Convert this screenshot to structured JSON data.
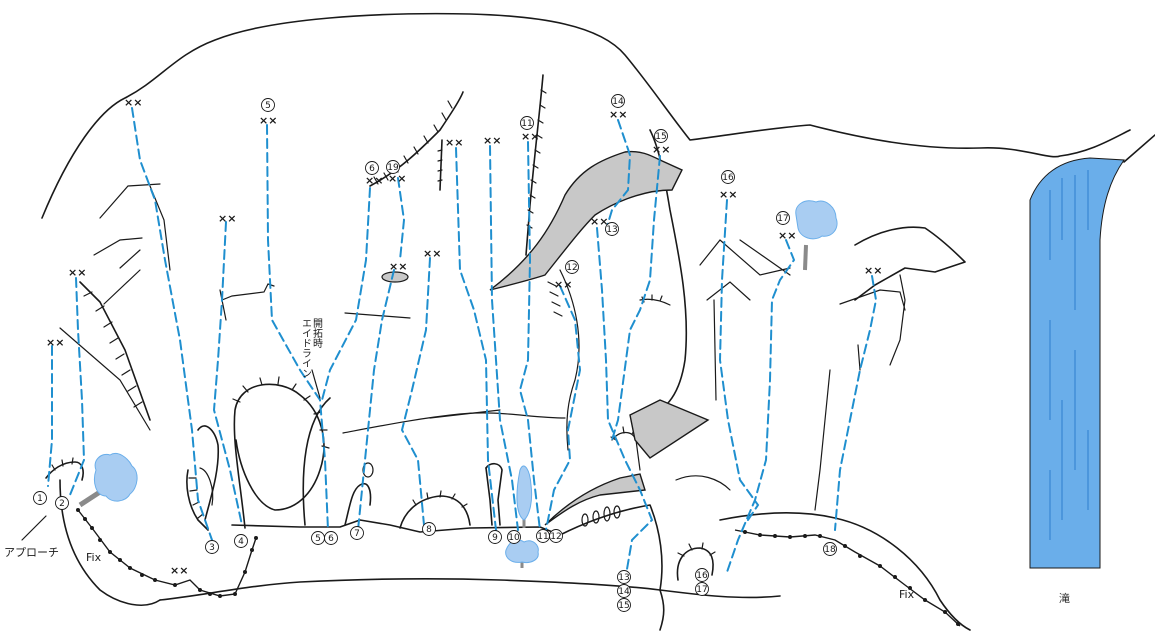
{
  "labels": {
    "approach": "アプローチ",
    "fix_left": "Fix",
    "fix_right": "Fix",
    "waterfall": "滝",
    "aid_line_line1": "開拓時",
    "aid_line_line2": "エイドライン",
    "anchor_mark": "××"
  },
  "routes": [
    {
      "id": "r1",
      "num": "1"
    },
    {
      "id": "r2",
      "num": "2"
    },
    {
      "id": "r3",
      "num": "3"
    },
    {
      "id": "r4",
      "num": "4"
    },
    {
      "id": "r5",
      "num": "5"
    },
    {
      "id": "r6",
      "num": "6"
    },
    {
      "id": "r7",
      "num": "7"
    },
    {
      "id": "r8",
      "num": "8"
    },
    {
      "id": "r9",
      "num": "9"
    },
    {
      "id": "r10",
      "num": "10"
    },
    {
      "id": "r11",
      "num": "11"
    },
    {
      "id": "r12",
      "num": "12"
    },
    {
      "id": "r13",
      "num": "13"
    },
    {
      "id": "r14",
      "num": "14"
    },
    {
      "id": "r15",
      "num": "15"
    },
    {
      "id": "r16",
      "num": "16"
    },
    {
      "id": "r17",
      "num": "17"
    },
    {
      "id": "r18",
      "num": "18"
    },
    {
      "id": "r19",
      "num": "19"
    }
  ],
  "colors": {
    "route": "#1f8fcf",
    "waterfall": "#6aaeea",
    "tree": "#a9cdf2",
    "slab": "#c8c8c8",
    "line": "#1a1a1a"
  }
}
